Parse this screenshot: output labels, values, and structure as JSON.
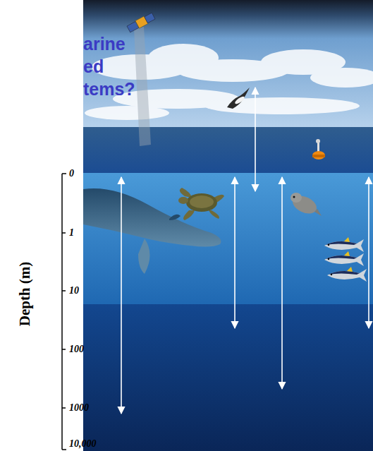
{
  "diagram": {
    "title": "arine ed tems?",
    "labels": [
      "Depth (m)",
      "0",
      "1",
      "10",
      "100",
      "1000",
      "10,000"
    ]
  }
}
